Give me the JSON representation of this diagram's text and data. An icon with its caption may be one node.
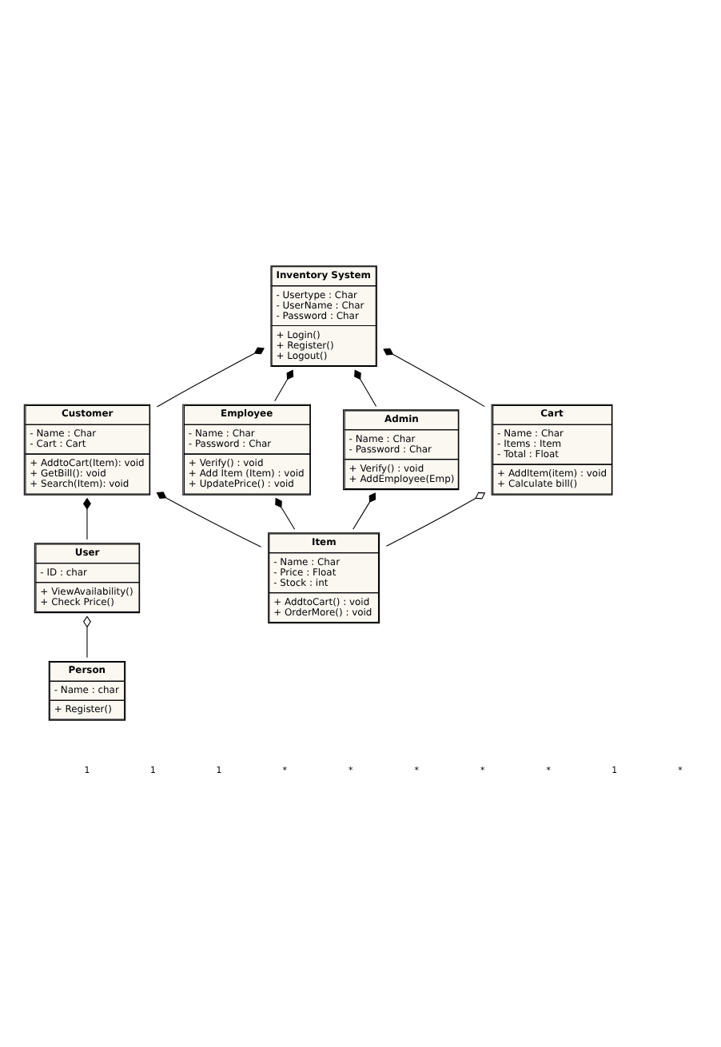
{
  "diagram": {
    "nodes": [
      {
        "text": [
          "Inventory System",
          "- Usertype : Char - UserName : Char - Password : Char",
          "+ Login() + Register() + Logout()"
        ]
      },
      {
        "text": [
          "Customer",
          "- Name : Char - Cart : Cart",
          "+ AddtoCart(Item): void + GetBill(): void + Search(Item): void"
        ]
      },
      {
        "text": [
          "Employee",
          "- Name : Char - Password : Char",
          "+ Verify() : void + Add Item (Item) : void + UpdatePrice() : void"
        ]
      },
      {
        "text": [
          "Admin",
          "- Name : Char - Password : Char",
          "+ Verify() : void + AddEmployee(Emp)"
        ]
      },
      {
        "text": [
          "User",
          "- ID : char",
          "+ ViewAvailability() + Check Price()"
        ]
      },
      {
        "text": [
          "Item",
          "- Name : Char - Price : Float - Stock : int",
          "+ AddtoCart() : void + OrderMore() : void"
        ]
      },
      {
        "text": [
          "Person",
          "- Name : char",
          "+ Register()"
        ]
      },
      {
        "text": [
          "Cart",
          "- Name : Char - Items : Item - Total : Float",
          "+ AddItem(item) : void + Calculate bill()"
        ]
      }
    ],
    "edges": [
      {
        "from": 0,
        "to": 1,
        "arrow": "other"
      },
      {
        "from": 0,
        "to": 2,
        "arrow": "other"
      },
      {
        "from": 0,
        "to": 3,
        "arrow": "other"
      },
      {
        "from": 0,
        "to": 7,
        "arrow": "other"
      },
      {
        "from": 1,
        "to": 4,
        "arrow": "other"
      },
      {
        "from": 1,
        "to": 5,
        "arrow": "other"
      },
      {
        "from": 2,
        "to": 5,
        "arrow": "other"
      },
      {
        "from": 3,
        "to": 5,
        "arrow": "other"
      },
      {
        "from": 4,
        "to": 6,
        "arrow": "other"
      },
      {
        "from": 7,
        "to": 5,
        "arrow": "other"
      }
    ],
    "labels": [
      "1",
      "1",
      "1",
      "*",
      "*",
      "*",
      "*",
      "*",
      "1",
      "*"
    ]
  }
}
